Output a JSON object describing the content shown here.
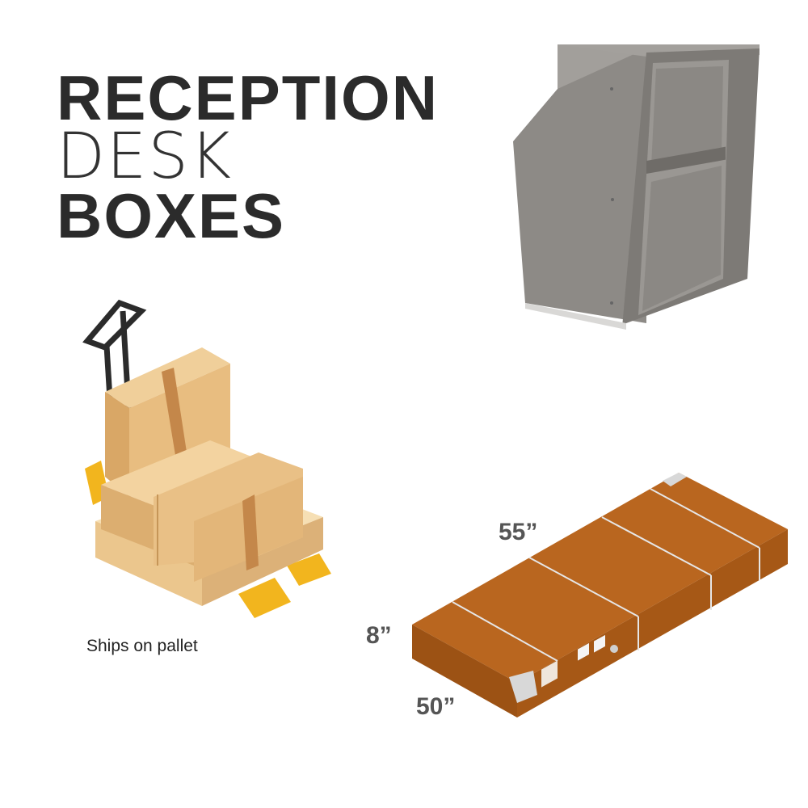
{
  "title": {
    "line1": "RECEPTION",
    "line2": "DESK",
    "line3": "BOXES"
  },
  "caption": "Ships on pallet",
  "dimensions": {
    "length": "55”",
    "height": "8”",
    "width": "50”"
  },
  "colors": {
    "title": "#2b2b2b",
    "desk": "#8f8c88",
    "box_brown": "#b5651f",
    "carton": "#e8c38f",
    "pallet": "#f3d7a6",
    "jack_yellow": "#f2b51e"
  }
}
